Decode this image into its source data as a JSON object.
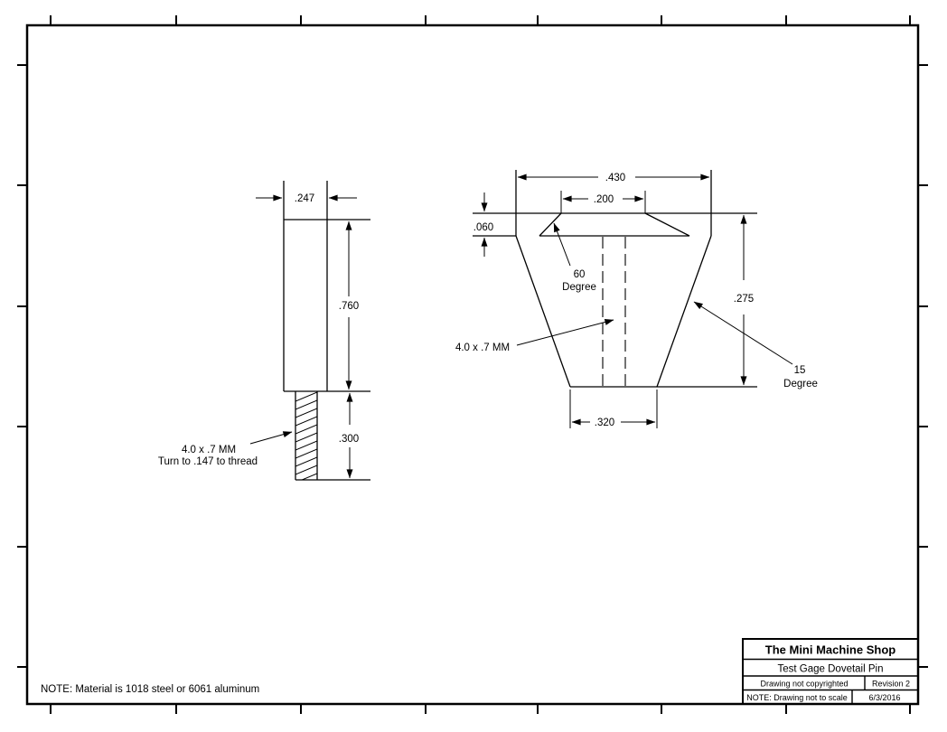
{
  "drawing": {
    "material_note": "NOTE: Material is 1018 steel or 6061 aluminum"
  },
  "title_block": {
    "company": "The Mini Machine Shop",
    "part_name": "Test Gage Dovetail Pin",
    "copyright": "Drawing not copyrighted",
    "revision": "Revision 2",
    "scale_note": "NOTE: Drawing not to scale",
    "date": "6/3/2016"
  },
  "side_view": {
    "dim_width": ".247",
    "dim_length": ".760",
    "dim_thread_length": ".300",
    "thread_callout_line1": "4.0 x .7 MM",
    "thread_callout_line2": "Turn to .147 to thread"
  },
  "dovetail_view": {
    "dim_overall_width": ".430",
    "dim_slot_width": ".200",
    "dim_lip_height": ".060",
    "dim_height": ".275",
    "dim_base_width": ".320",
    "angle_dovetail_line1": "60",
    "angle_dovetail_line2": "Degree",
    "angle_taper_line1": "15",
    "angle_taper_line2": "Degree",
    "thread_callout": "4.0 x .7 MM"
  },
  "colors": {
    "line": "#000000",
    "background": "#ffffff"
  }
}
